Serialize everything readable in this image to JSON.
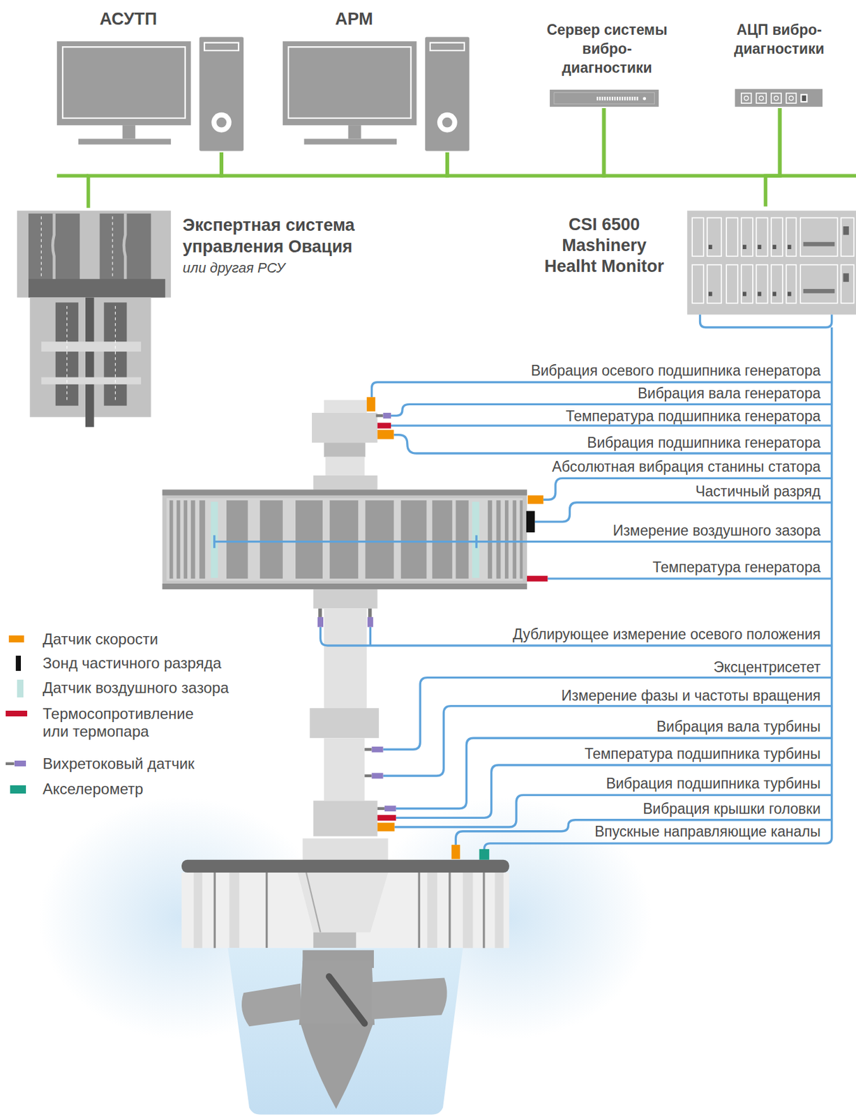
{
  "diagram": {
    "nodes": [
      {
        "text": [
          "АСУТП"
        ]
      },
      {
        "text": [
          "АРМ"
        ]
      },
      {
        "text": [
          "Сервер системы вибро- диагностики"
        ]
      },
      {
        "text": [
          "АЦП вибро- диагностики"
        ]
      },
      {
        "text": [
          "Экспертная система управления Овация",
          "или другая РСУ"
        ]
      },
      {
        "text": [
          "CSI 6500 Mashinery Healht Monitor"
        ]
      }
    ],
    "edges": [
      {
        "from": 4,
        "to": 0,
        "arrow": "none"
      },
      {
        "from": 0,
        "to": 1,
        "arrow": "none"
      },
      {
        "from": 1,
        "to": 2,
        "arrow": "none"
      },
      {
        "from": 2,
        "to": 3,
        "arrow": "none"
      },
      {
        "from": 3,
        "to": 5,
        "arrow": "none"
      }
    ],
    "labels": [
      "Вибрация осевого подшипника генератора",
      "Вибрация вала генератора",
      "Температура подшипника генератора",
      "Вибрация подшипника генератора",
      "Абсолютная вибрация станины статора",
      "Частичный разряд",
      "Измерение воздушного зазора",
      "Температура генератора",
      "Дублирующее измерение осевого положения",
      "Эксцентрисетет",
      "Измерение фазы и частоты вращения",
      "Вибрация вала турбины",
      "Температура подшипника турбины",
      "Вибрация подшипника турбины",
      "Вибрация крышки головки",
      "Впускные направляющие каналы"
    ],
    "legend": [
      {
        "text": "Датчик скорости",
        "color": "#f39200"
      },
      {
        "text": "Зонд частичного разряда",
        "color": "#111111"
      },
      {
        "text": "Датчик воздушного зазора",
        "color": "#bfe3df"
      },
      {
        "text": "Термосопротивление или термопара",
        "color": "#c8102e"
      },
      {
        "text": "Вихретоковый датчик",
        "color": "#8e7cc3"
      },
      {
        "text": "Акселерометр",
        "color": "#1b9e85"
      }
    ]
  }
}
